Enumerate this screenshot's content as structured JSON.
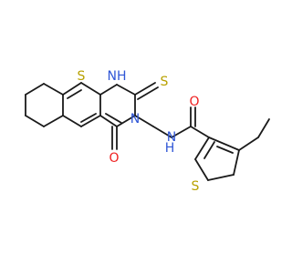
{
  "molecule": {
    "atoms": {
      "s_left": "S",
      "nh": "NH",
      "s_thioxo": "S",
      "o_ring": "O",
      "n_ring": "N",
      "n_amide": "N",
      "h_amide": "H",
      "o_amide": "O",
      "s_thiophene": "S"
    },
    "colors": {
      "sulfur": "#b8a100",
      "nitrogen": "#2f56d6",
      "oxygen": "#ef1f1f",
      "bond": "#1a1a1a"
    }
  }
}
